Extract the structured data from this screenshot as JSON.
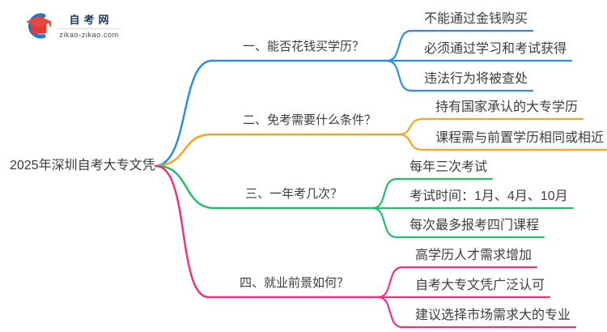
{
  "logo": {
    "site_name": "自考网",
    "site_domain": "zikao-zikao.com"
  },
  "colors": {
    "branch_blue": "#2E8BE6",
    "branch_orange": "#F5A41F",
    "branch_green": "#27BD68",
    "branch_pink": "#F0317E",
    "text": "#3D3D3D",
    "logo_navy": "#1C3B5E",
    "logo_red": "#E8473F",
    "logo_blue": "#2277C8"
  },
  "mindmap": {
    "root_label": "2025年深圳自考大专文凭",
    "branches": [
      {
        "label": "一、能否花钱买学历？",
        "color": "#2E8BE6",
        "children": [
          "不能通过金钱购买",
          "必须通过学习和考试获得",
          "违法行为将被查处"
        ]
      },
      {
        "label": "二、免考需要什么条件？",
        "color": "#F5A41F",
        "children": [
          "持有国家承认的大专学历",
          "课程需与前置学历相同或相近"
        ]
      },
      {
        "label": "三、一年考几次？",
        "color": "#27BD68",
        "children": [
          "每年三次考试",
          "考试时间：1月、4月、10月",
          "每次最多报考四门课程"
        ]
      },
      {
        "label": "四、就业前景如何？",
        "color": "#F0317E",
        "children": [
          "高学历人才需求增加",
          "自考大专文凭广泛认可",
          "建议选择市场需求大的专业"
        ]
      }
    ]
  }
}
